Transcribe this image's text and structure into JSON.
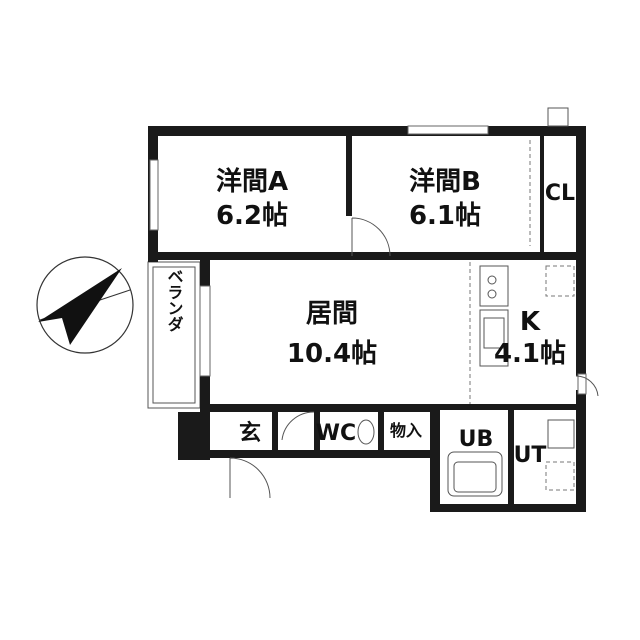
{
  "rooms": {
    "western_a": {
      "name": "洋間A",
      "size": "6.2帖"
    },
    "western_b": {
      "name": "洋間B",
      "size": "6.1帖"
    },
    "closet": {
      "name": "CL"
    },
    "living": {
      "name": "居間",
      "size": "10.4帖"
    },
    "kitchen": {
      "name": "K",
      "size": "4.1帖"
    },
    "veranda": {
      "name": "ベランダ"
    },
    "entrance": {
      "name": "玄"
    },
    "toilet": {
      "name": "WC"
    },
    "storage": {
      "name": "物入"
    },
    "bath": {
      "name": "UB"
    },
    "utility": {
      "name": "UT"
    }
  },
  "colors": {
    "wall": "#1a1a1a",
    "line": "#555555",
    "compass": "#111111"
  },
  "compass": {
    "icon": "north-arrow-icon"
  }
}
